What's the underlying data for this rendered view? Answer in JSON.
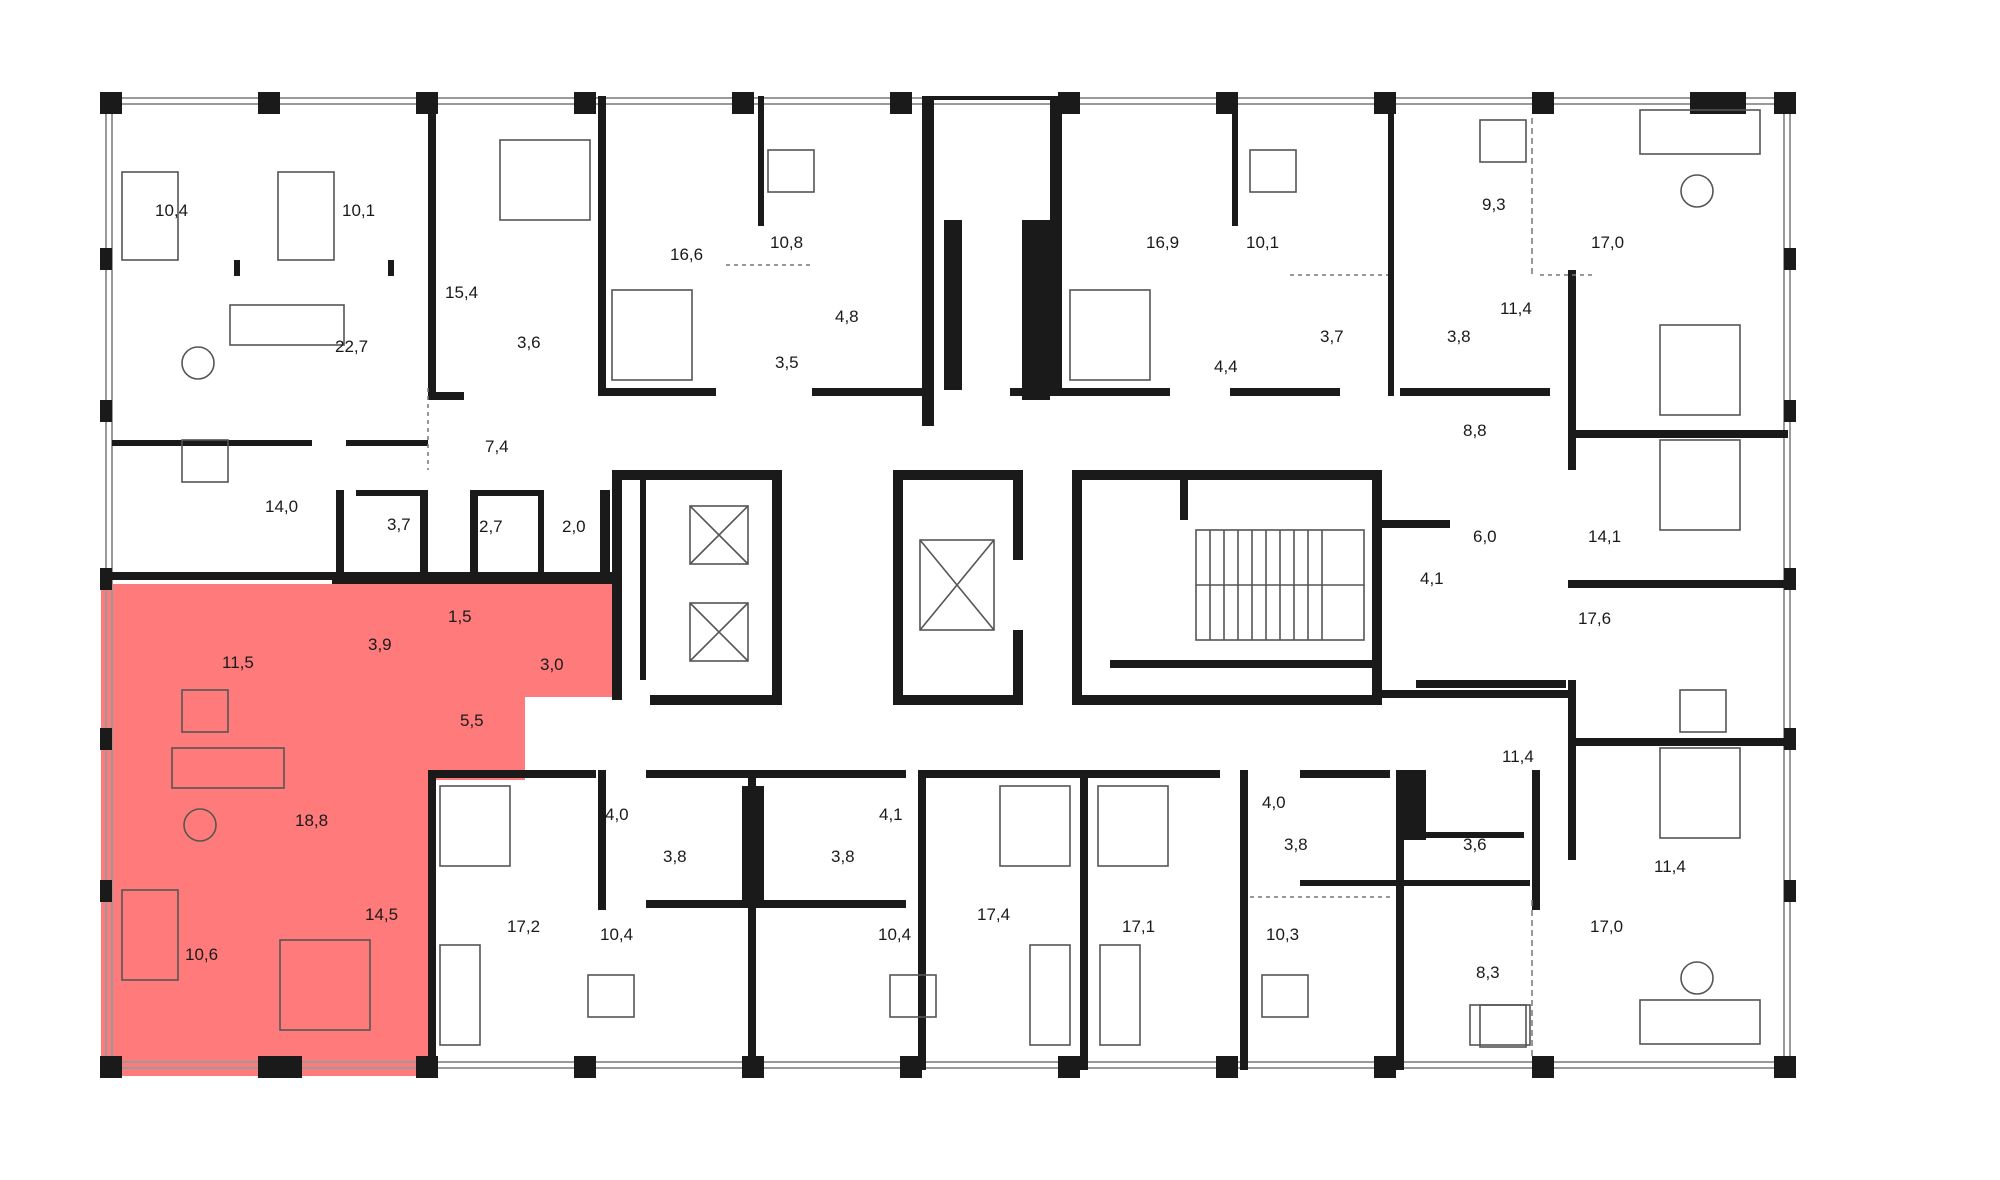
{
  "colors": {
    "highlight": "#ff3333",
    "wall": "#1a1a1a",
    "background": "#ffffff"
  },
  "highlight_apartment": {
    "rooms": [
      {
        "id": "hl-kitchen",
        "area": "11,5"
      },
      {
        "id": "hl-bath",
        "area": "3,9"
      },
      {
        "id": "hl-wc",
        "area": "1,5"
      },
      {
        "id": "hl-laundry",
        "area": "3,0"
      },
      {
        "id": "hl-hall",
        "area": "5,5"
      },
      {
        "id": "hl-living",
        "area": "18,8"
      },
      {
        "id": "hl-bed-small",
        "area": "10,6"
      },
      {
        "id": "hl-bed-main",
        "area": "14,5"
      }
    ]
  },
  "rooms": [
    {
      "area": "10,4"
    },
    {
      "area": "10,1"
    },
    {
      "area": "15,4"
    },
    {
      "area": "16,6"
    },
    {
      "area": "10,8"
    },
    {
      "area": "16,9"
    },
    {
      "area": "10,1"
    },
    {
      "area": "9,3"
    },
    {
      "area": "17,0"
    },
    {
      "area": "22,7"
    },
    {
      "area": "3,6"
    },
    {
      "area": "4,8"
    },
    {
      "area": "3,5"
    },
    {
      "area": "4,4"
    },
    {
      "area": "3,7"
    },
    {
      "area": "3,8"
    },
    {
      "area": "11,4"
    },
    {
      "area": "7,4"
    },
    {
      "area": "8,8"
    },
    {
      "area": "14,0"
    },
    {
      "area": "3,7"
    },
    {
      "area": "2,7"
    },
    {
      "area": "2,0"
    },
    {
      "area": "6,0"
    },
    {
      "area": "14,1"
    },
    {
      "area": "4,1"
    },
    {
      "area": "17,6"
    },
    {
      "area": "11,4"
    },
    {
      "area": "4,0"
    },
    {
      "area": "4,1"
    },
    {
      "area": "4,0"
    },
    {
      "area": "3,8"
    },
    {
      "area": "3,8"
    },
    {
      "area": "3,8"
    },
    {
      "area": "3,6"
    },
    {
      "area": "11,4"
    },
    {
      "area": "17,2"
    },
    {
      "area": "10,4"
    },
    {
      "area": "10,4"
    },
    {
      "area": "17,4"
    },
    {
      "area": "17,1"
    },
    {
      "area": "10,3"
    },
    {
      "area": "8,3"
    },
    {
      "area": "17,0"
    }
  ]
}
